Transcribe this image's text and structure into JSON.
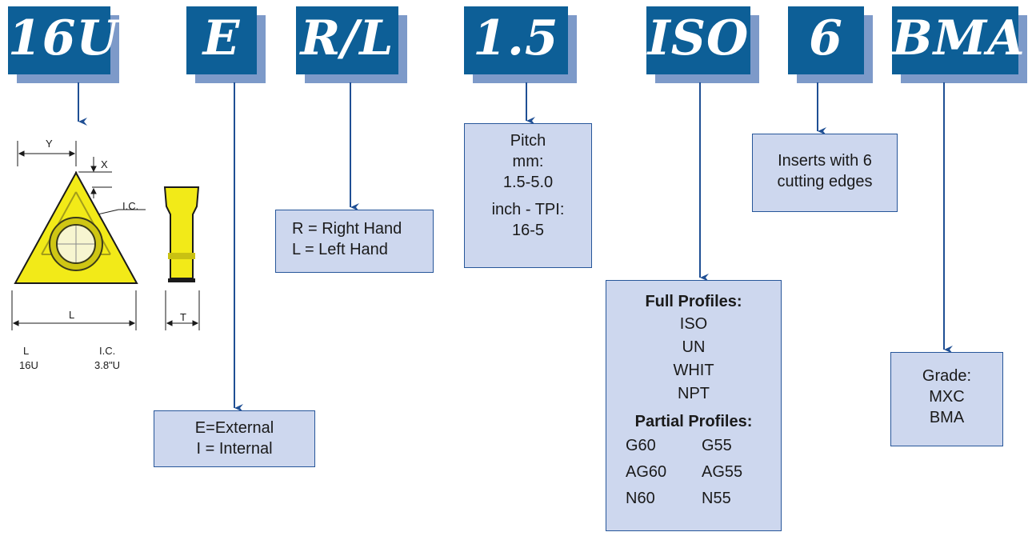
{
  "codes": [
    "16U",
    "E",
    "R/L",
    "1.5",
    "ISO",
    "6",
    "BMA"
  ],
  "colors": {
    "code_bg": "#0d5f97",
    "code_shadow": "#7d9ac9",
    "box_bg": "#cdd7ee",
    "box_border": "#27569a",
    "arrow": "#1f4f94",
    "insert": "#f2ea18"
  },
  "insert_drawing": {
    "dim_y": "Y",
    "dim_x": "X",
    "dim_ic": "I.C.",
    "dim_l": "L",
    "dim_t": "T",
    "table": {
      "h1": "L",
      "h2": "I.C.",
      "v1": "16U",
      "v2": "3.8\"U"
    }
  },
  "boxes": {
    "type": [
      "E=External",
      "I = Internal"
    ],
    "hand": [
      "R = Right Hand",
      "L  = Left Hand"
    ],
    "pitch": [
      "Pitch",
      "mm:",
      "1.5-5.0",
      "inch - TPI:",
      "16-5"
    ],
    "edges": [
      "Inserts with 6",
      "cutting edges"
    ],
    "profiles": {
      "full_title": "Full Profiles:",
      "full": [
        "ISO",
        "UN",
        "WHIT",
        "NPT"
      ],
      "partial_title": "Partial Profiles:",
      "partial": [
        [
          "G60",
          "G55"
        ],
        [
          "AG60",
          "AG55"
        ],
        [
          "N60",
          "N55"
        ]
      ]
    },
    "grade": [
      "Grade:",
      "MXC",
      "BMA"
    ]
  }
}
